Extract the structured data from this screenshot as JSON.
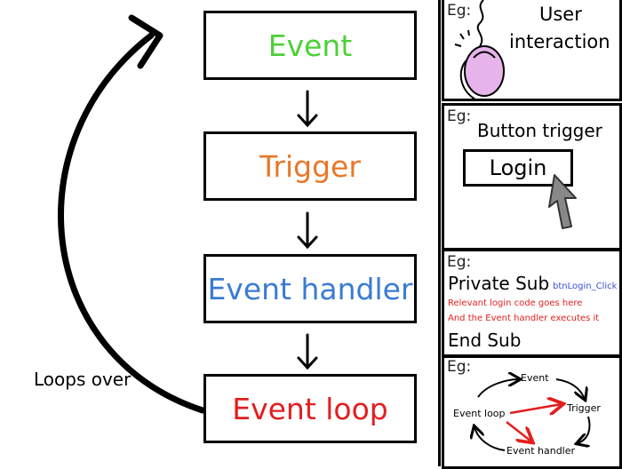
{
  "flow": {
    "steps": [
      {
        "label": "Event",
        "color": "#4cd137"
      },
      {
        "label": "Trigger",
        "color": "#e8782a"
      },
      {
        "label": "Event handler",
        "color": "#3a7bd5"
      },
      {
        "label": "Event loop",
        "color": "#e31e1e"
      }
    ],
    "loop_label": "Loops over"
  },
  "panels": {
    "eg_label": "Eg:",
    "user": {
      "line1": "User",
      "line2": "interaction"
    },
    "button": {
      "title": "Button trigger",
      "button_label": "Login"
    },
    "code": {
      "line1": "Private Sub",
      "sub_name": "btnLogin_Click",
      "comment1": "Relevant login code goes here",
      "comment2": "And the Event handler executes it",
      "line_end": "End Sub"
    },
    "mini": {
      "event": "Event",
      "trigger": "Trigger",
      "handler": "Event handler",
      "loop": "Event loop"
    }
  },
  "colors": {
    "accent_red": "#e31e1e",
    "link_blue": "#3b4fd8",
    "mouse_pink": "#e6b3ea"
  }
}
